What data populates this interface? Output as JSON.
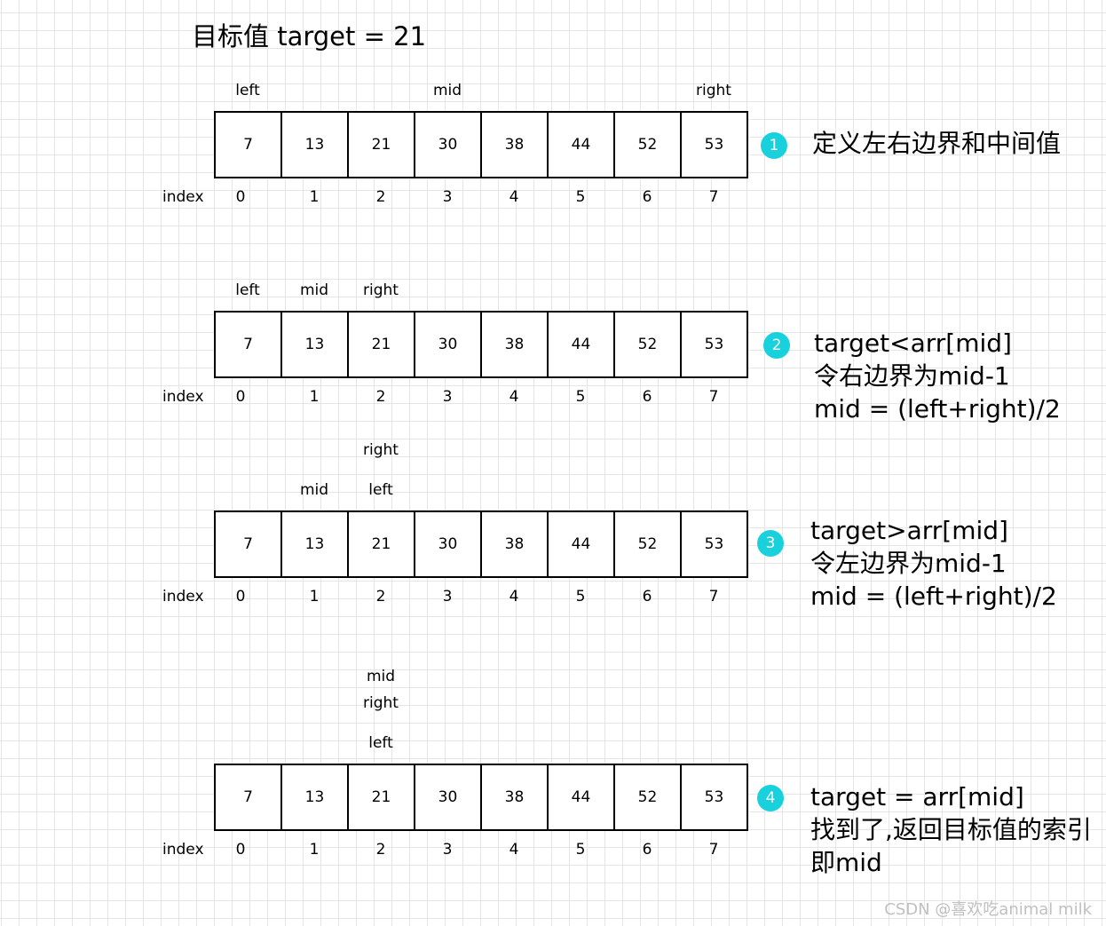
{
  "title": "目标值 target = 21",
  "index_label": "index",
  "indices": [
    "0",
    "1",
    "2",
    "3",
    "4",
    "5",
    "6",
    "7"
  ],
  "array": [
    "7",
    "13",
    "21",
    "30",
    "38",
    "44",
    "52",
    "53"
  ],
  "steps": [
    {
      "number": "1",
      "pointers": [
        {
          "label": "left",
          "index": 0,
          "row": 0
        },
        {
          "label": "mid",
          "index": 3,
          "row": 0
        },
        {
          "label": "right",
          "index": 7,
          "row": 0
        }
      ],
      "description": [
        "定义左右边界和中间值"
      ]
    },
    {
      "number": "2",
      "pointers": [
        {
          "label": "left",
          "index": 0,
          "row": 0
        },
        {
          "label": "mid",
          "index": 1,
          "row": 0
        },
        {
          "label": "right",
          "index": 2,
          "row": 0
        }
      ],
      "description": [
        "target<arr[mid]",
        "令右边界为mid-1",
        "mid = (left+right)/2"
      ]
    },
    {
      "number": "3",
      "pointers": [
        {
          "label": "right",
          "index": 2,
          "row": 1
        },
        {
          "label": "mid",
          "index": 1,
          "row": 0
        },
        {
          "label": "left",
          "index": 2,
          "row": 0
        }
      ],
      "description": [
        "target>arr[mid]",
        "令左边界为mid-1",
        "mid = (left+right)/2"
      ]
    },
    {
      "number": "4",
      "pointers": [
        {
          "label": "mid",
          "index": 2,
          "row": 2
        },
        {
          "label": "right",
          "index": 2,
          "row": 1
        },
        {
          "label": "left",
          "index": 2,
          "row": 0
        }
      ],
      "description": [
        "target = arr[mid]",
        "找到了,返回目标值的索引",
        "即mid"
      ]
    }
  ],
  "watermark": "CSDN @喜欢吃animal milk"
}
